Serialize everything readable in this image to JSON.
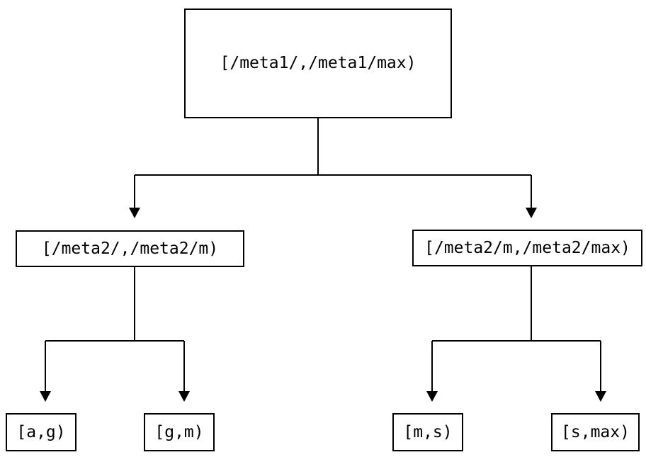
{
  "nodes": {
    "root": {
      "label": "[/meta1/,/meta1/max)"
    },
    "meta2_left": {
      "label": "[/meta2/,/meta2/m)"
    },
    "meta2_right": {
      "label": "[/meta2/m,/meta2/max)"
    },
    "leaf_ag": {
      "label": "[a,g)"
    },
    "leaf_gm": {
      "label": "[g,m)"
    },
    "leaf_ms": {
      "label": "[m,s)"
    },
    "leaf_smax": {
      "label": "[s,max)"
    }
  },
  "edges": [
    {
      "from": "root",
      "to": "meta2_left"
    },
    {
      "from": "root",
      "to": "meta2_right"
    },
    {
      "from": "meta2_left",
      "to": "leaf_ag"
    },
    {
      "from": "meta2_left",
      "to": "leaf_gm"
    },
    {
      "from": "meta2_right",
      "to": "leaf_ms"
    },
    {
      "from": "meta2_right",
      "to": "leaf_smax"
    }
  ],
  "colors": {
    "line": "#000000",
    "text": "#000000",
    "background": "#ffffff"
  }
}
